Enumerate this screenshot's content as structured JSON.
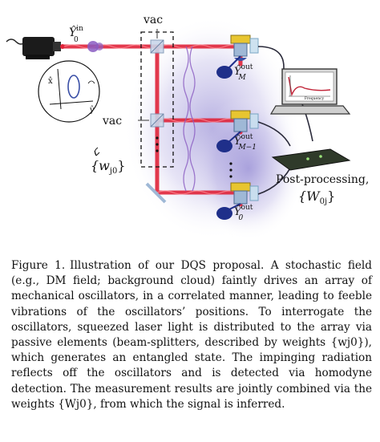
{
  "figure": {
    "input_label": "Ŷ",
    "input_sup": "in",
    "input_sub": "0",
    "vac_top": "vac",
    "vac_mid": "vac",
    "weights_label": "{w",
    "weights_sub": "j0",
    "weights_close": "}",
    "out_top": "Ŷ",
    "out_top_sup": "out",
    "out_top_sub": "M",
    "out_mid": "Ŷ",
    "out_mid_sup": "out",
    "out_mid_sub": "M−1",
    "out_bot": "Ŷ",
    "out_bot_sup": "out",
    "out_bot_sub": "0",
    "post_label": "Post-processing,",
    "post_weights": "{W",
    "post_weights_sub": "0j",
    "post_weights_close": "}",
    "inset_x": "x̂",
    "inset_y": "ŷ",
    "laptop_screen_label": "Frequency",
    "colors": {
      "beam": "#e0243a",
      "glow": "#7b6fc9",
      "mirror": "#9fb8d6",
      "oscillator": "#e8c530",
      "detector": "#1f2f8a",
      "pbs": "#8a5cc2"
    }
  },
  "caption": {
    "label": "Figure 1.",
    "text": "Illustration of our DQS proposal. A stochastic field (e.g., DM field; background cloud) faintly drives an array of mechanical oscillators, in a correlated manner, leading to feeble vibrations of the oscillators’ positions. To interrogate the oscillators, squeezed laser light is distributed to the array via passive elements (beam-splitters, described by weights {wj0}), which generates an entangled state. The impinging radiation reflects off the oscillators and is detected via homodyne detection. The measurement results are jointly combined via the weights {Wj0}, from which the signal is inferred."
  }
}
